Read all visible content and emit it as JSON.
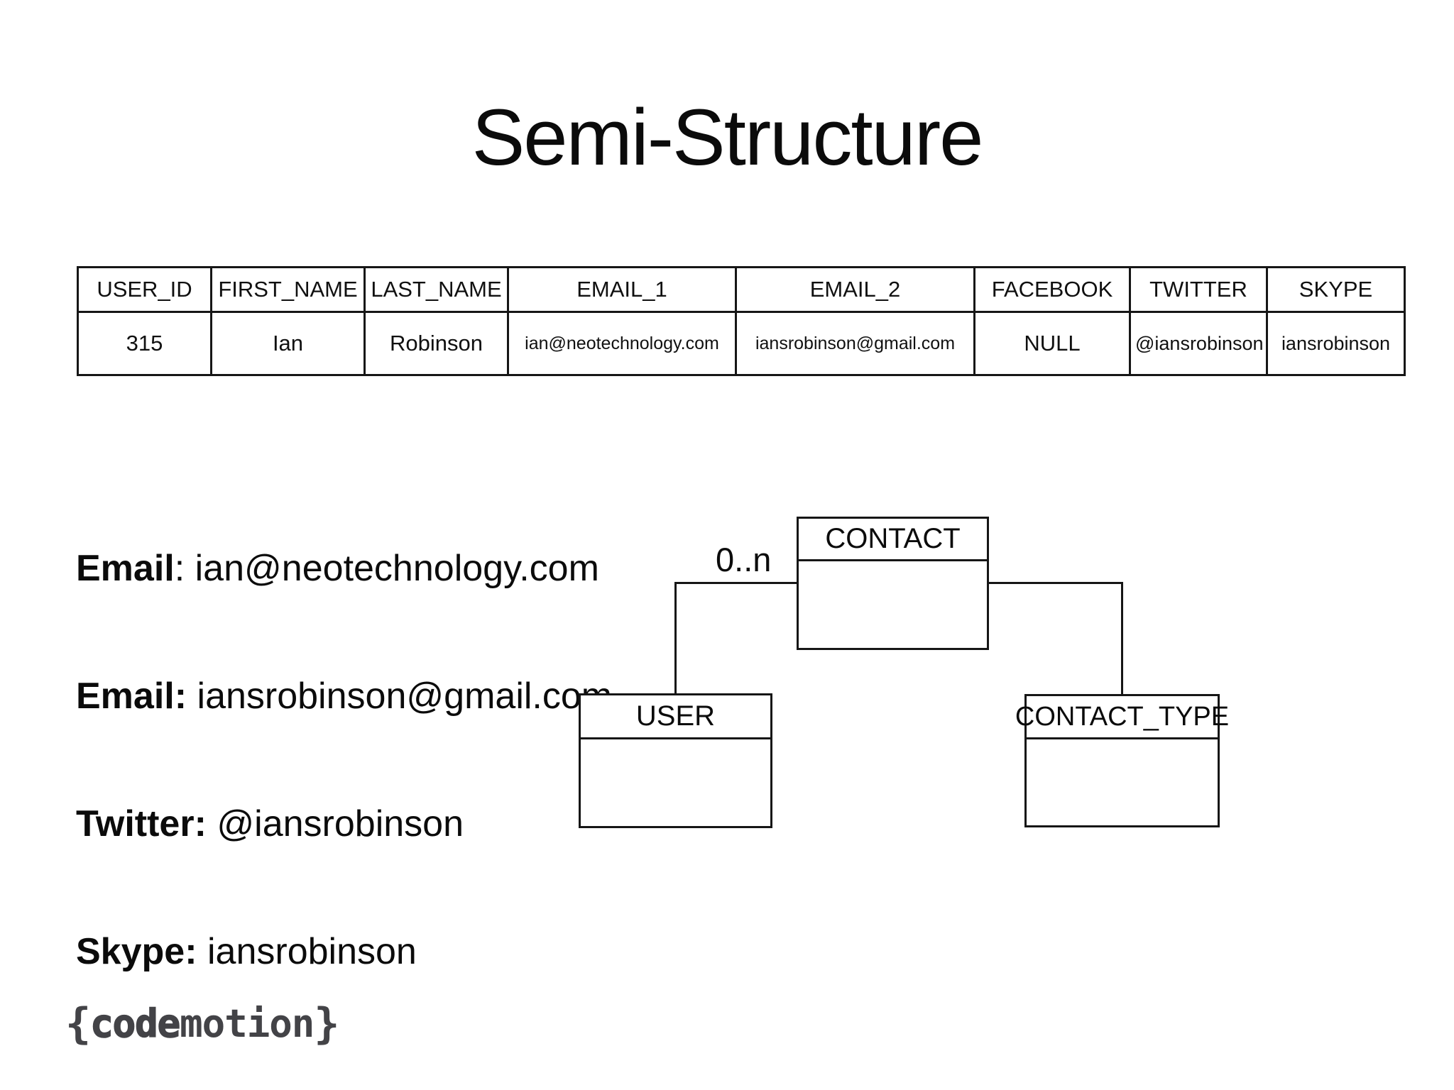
{
  "slide": {
    "title": "Semi-Structure"
  },
  "colors": {
    "background": "#ffffff",
    "text": "#0b0b0b",
    "border": "#161616",
    "logo": "#434347"
  },
  "table": {
    "columns": [
      {
        "header": "USER_ID",
        "value": "315"
      },
      {
        "header": "FIRST_NAME",
        "value": "Ian"
      },
      {
        "header": "LAST_NAME",
        "value": "Robinson"
      },
      {
        "header": "EMAIL_1",
        "value": "ian@neotechnology.com"
      },
      {
        "header": "EMAIL_2",
        "value": "iansrobinson@gmail.com"
      },
      {
        "header": "FACEBOOK",
        "value": "NULL"
      },
      {
        "header": "TWITTER",
        "value": "@iansrobinson"
      },
      {
        "header": "SKYPE",
        "value": "iansrobinson"
      }
    ]
  },
  "contact_list": {
    "lines": [
      {
        "bold": "Email",
        "rest": ": ian@neotechnology.com"
      },
      {
        "bold": "Email:",
        "rest": " iansrobinson@gmail.com"
      },
      {
        "bold": "Twitter:",
        "rest": " @iansrobinson"
      },
      {
        "bold": "Skype:",
        "rest": " iansrobinson"
      }
    ]
  },
  "diagram": {
    "multiplicity_label": "0..n",
    "entities": [
      {
        "name": "CONTACT"
      },
      {
        "name": "USER"
      },
      {
        "name": "CONTACT_TYPE"
      }
    ],
    "connections": [
      {
        "from": "USER",
        "to": "CONTACT",
        "label": "0..n"
      },
      {
        "from": "CONTACT_TYPE",
        "to": "CONTACT",
        "label": ""
      }
    ]
  },
  "footer": {
    "logo_parts": {
      "open": "{",
      "bold": "code",
      "rest": "motion",
      "close": "}"
    }
  }
}
